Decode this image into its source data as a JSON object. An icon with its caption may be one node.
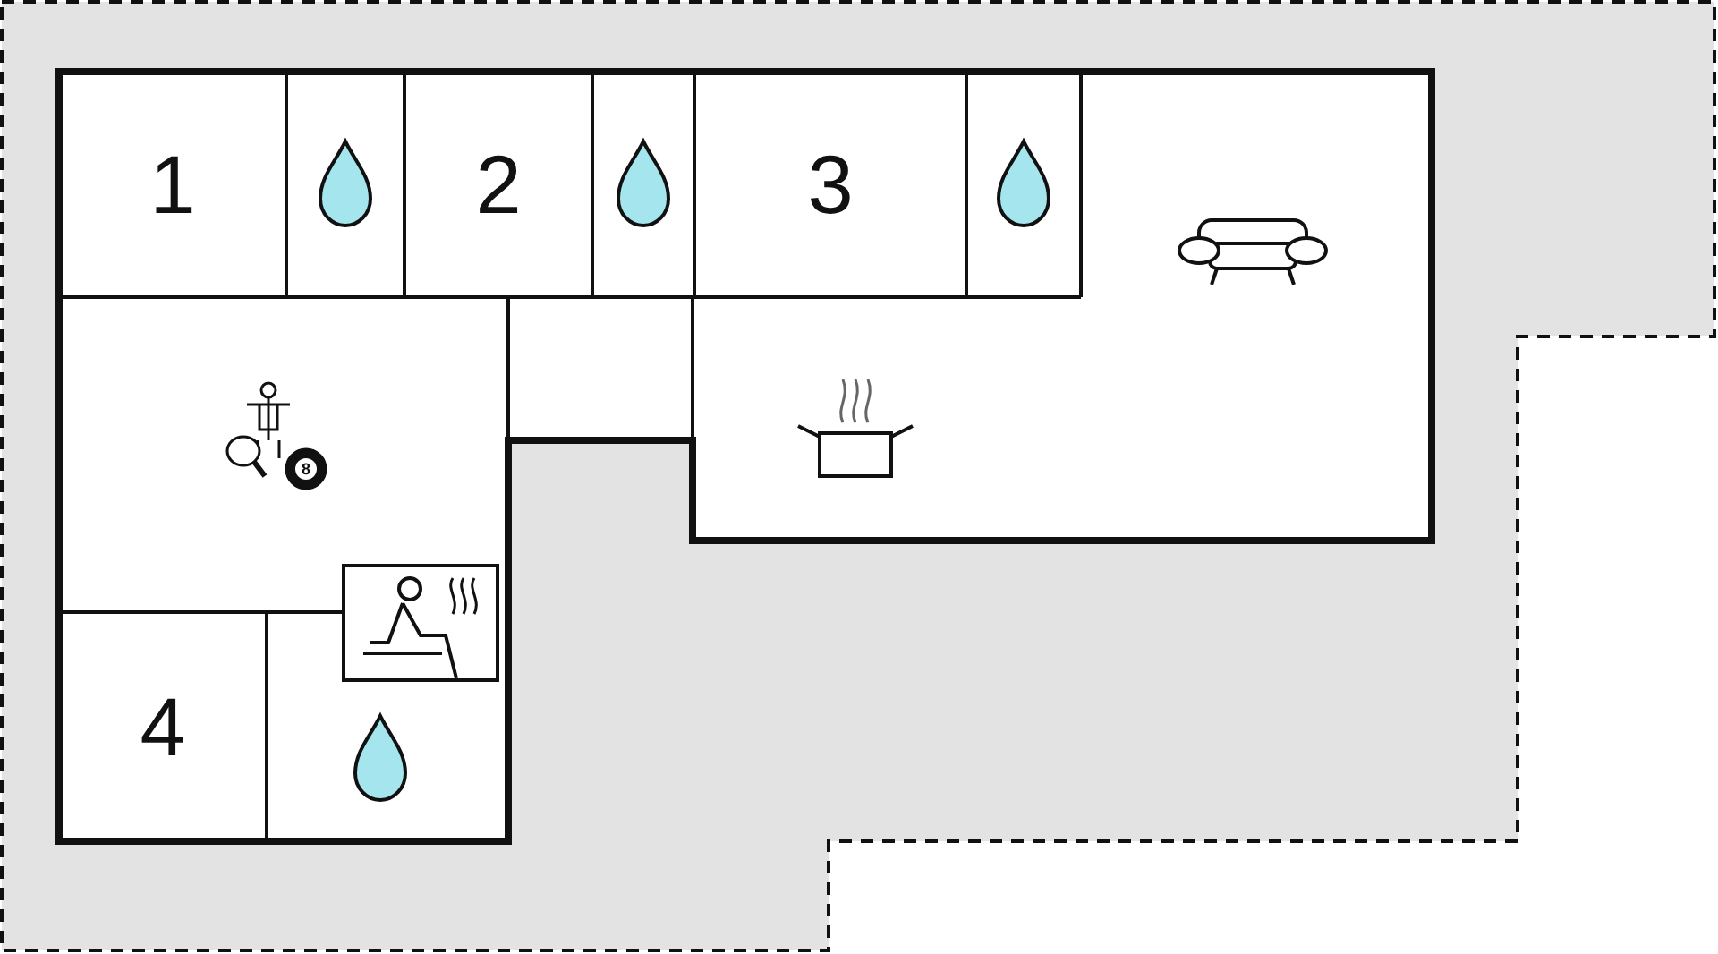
{
  "diagram": {
    "nodes": [
      {
        "text": [
          "1"
        ]
      },
      {
        "text": [],
        "shape": "box"
      },
      {
        "text": [
          "2"
        ]
      },
      {
        "text": [],
        "shape": "box"
      },
      {
        "text": [
          "3"
        ]
      },
      {
        "text": [],
        "shape": "box"
      },
      {
        "text": [],
        "shape": "box"
      },
      {
        "text": [],
        "shape": "box"
      },
      {
        "text": [],
        "shape": "box"
      },
      {
        "text": [],
        "shape": "box"
      },
      {
        "text": [],
        "shape": "box"
      },
      {
        "text": [
          "4"
        ]
      },
      {
        "text": [],
        "shape": "box"
      }
    ],
    "labels": [
      "8"
    ]
  }
}
